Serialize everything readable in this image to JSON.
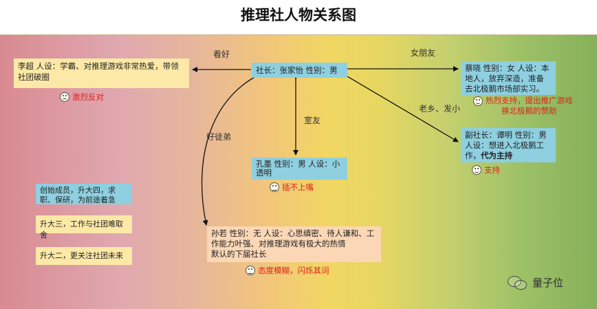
{
  "title": "推理社人物关系图",
  "nodes": {
    "lichao": "李超  人设：学霸、对推理游戏非常热爱，带领社团破圈",
    "zhang": "社长：张家怡  性别：男",
    "cai": "蔡晓      性别：女 人设：本地人，放弃深造，准备去北极鹅市场部实习。",
    "vice_prefix": "副社长：谭明     性别：男  人设：想进入北极鹅工作，",
    "vice_bold": "代为主持",
    "kong": "孔墨      性别：男     人设：小透明",
    "sun_line1": "孙若     性别：无  人设：心思缜密、待人谦和、工作能力叶强、对推理游戏有极大的热情",
    "sun_line2": "默认的下届社长",
    "founders": "创始成员，升大四，求职、保研，为前途着急",
    "junior": "升大三，工作与社团难取舍",
    "sophomore": "升大二，更关注社团未来"
  },
  "edges": {
    "kan_hao": "看好",
    "girlfriend": "女朋友",
    "hometown": "老乡、发小",
    "roommate": "室友",
    "disciple": "好徒弟"
  },
  "reactions": {
    "lichao": "激烈反对",
    "cai_line1": "热烈支持，提出推广游戏",
    "cai_line2": "换北极鹅的赞助",
    "vice": "支持",
    "kong": "插不上嘴",
    "sun": "态度模糊，闪烁其词"
  },
  "watermark": "量子位",
  "icons": {
    "happy": "smiling-face-icon",
    "sad": "frowning-face-icon",
    "neutral": "neutral-face-icon",
    "watermark": "wechat-logo-icon"
  }
}
